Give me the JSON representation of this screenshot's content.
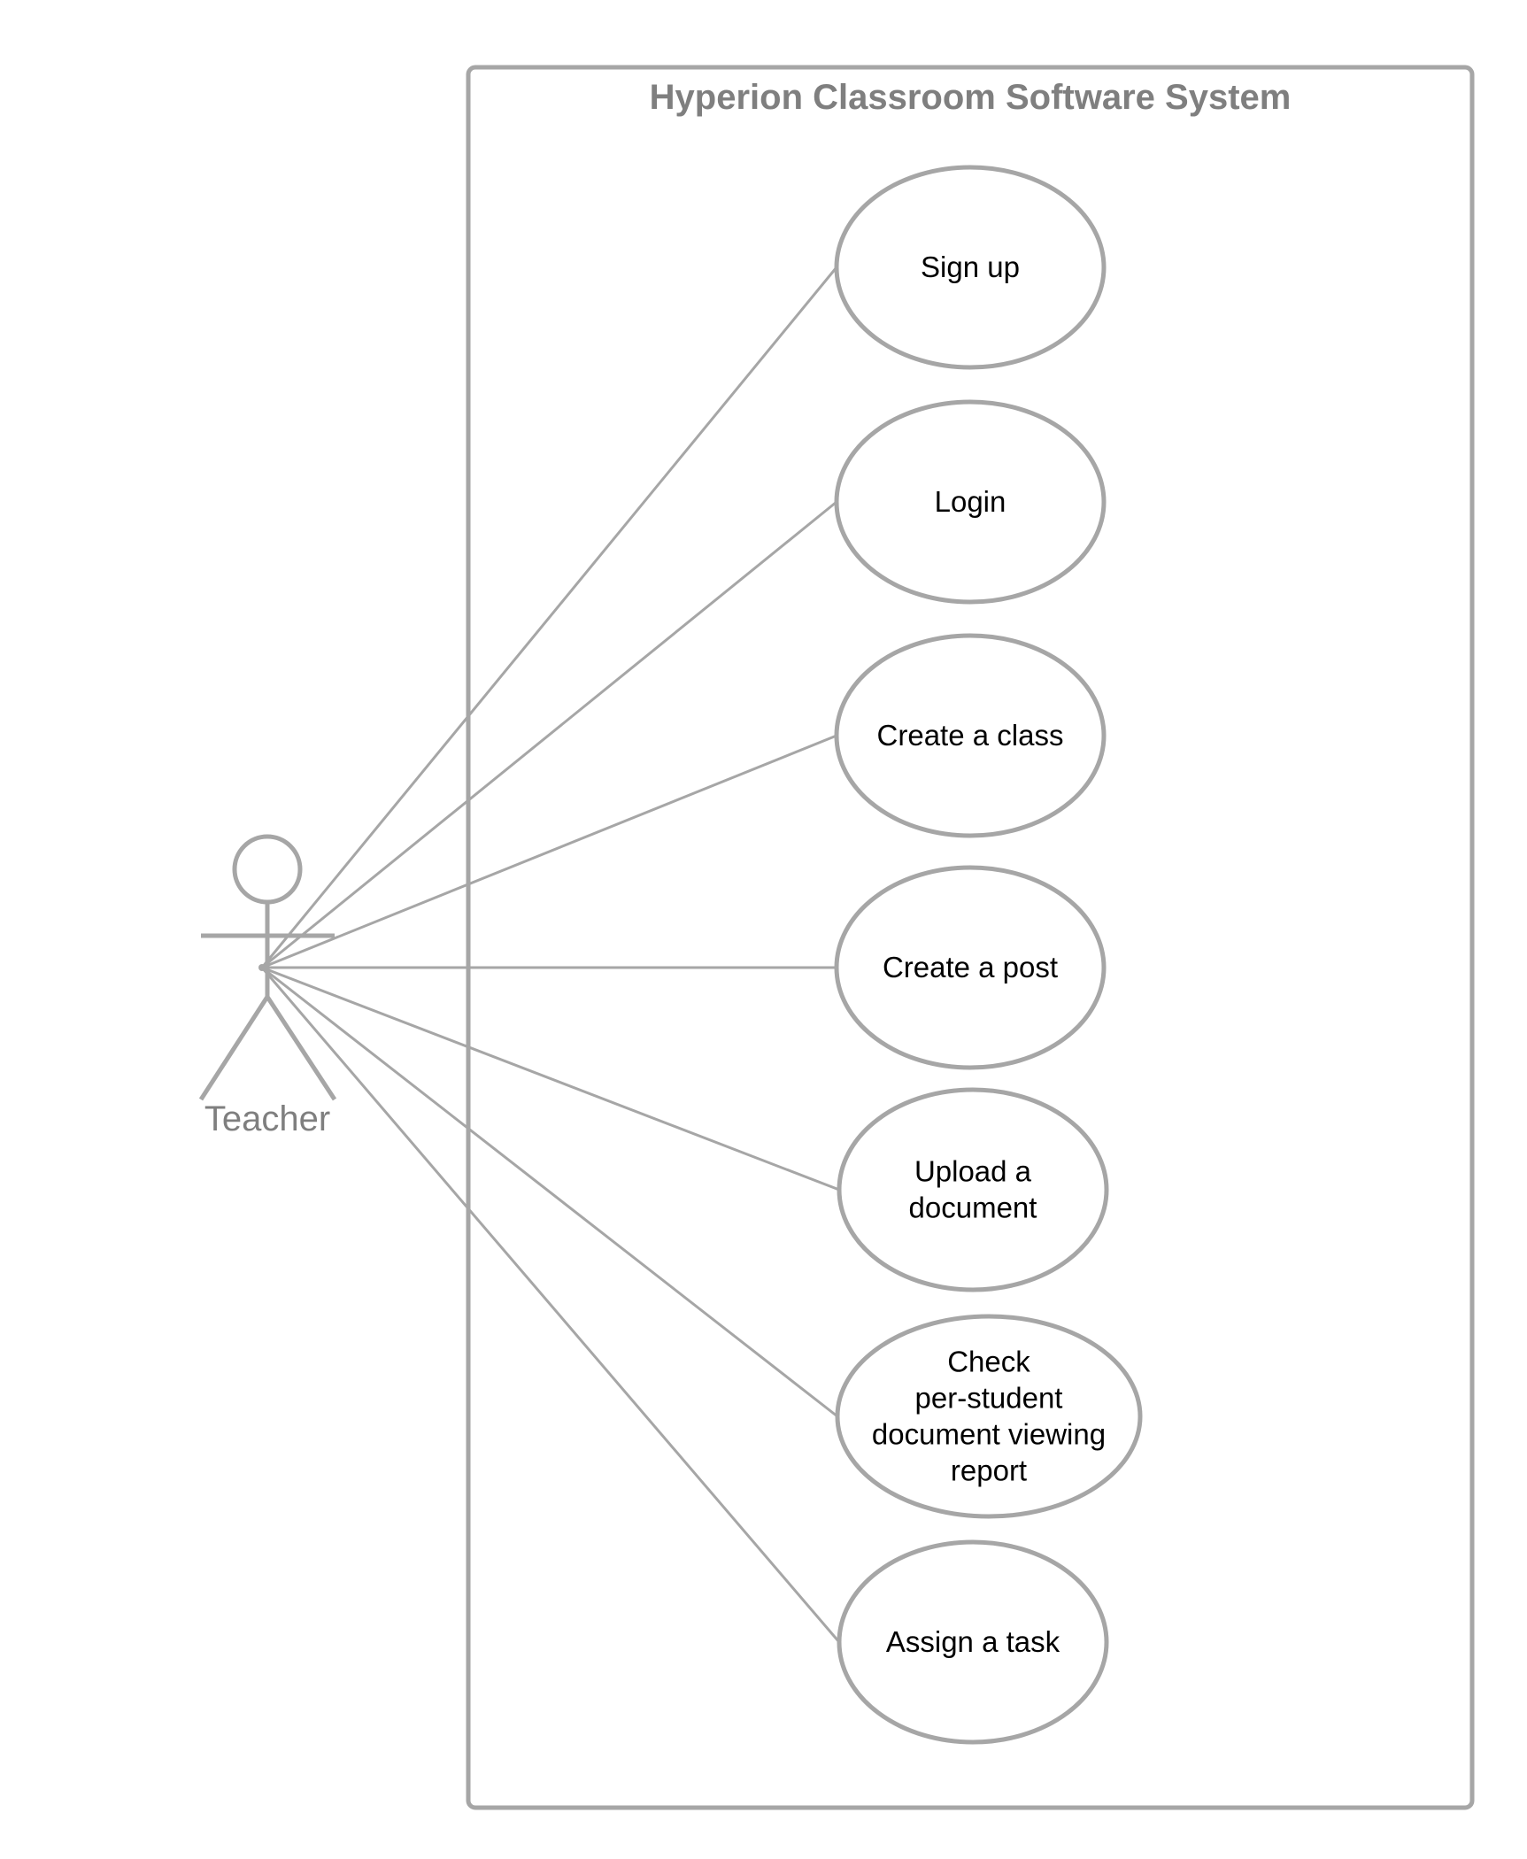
{
  "system": {
    "title": "Hyperion Classroom Software System"
  },
  "actor": {
    "label": "Teacher"
  },
  "use_cases": [
    {
      "id": "sign-up",
      "lines": [
        "Sign up"
      ]
    },
    {
      "id": "login",
      "lines": [
        "Login"
      ]
    },
    {
      "id": "create-class",
      "lines": [
        "Create a class"
      ]
    },
    {
      "id": "create-post",
      "lines": [
        "Create a post"
      ]
    },
    {
      "id": "upload-document",
      "lines": [
        "Upload a",
        "document"
      ]
    },
    {
      "id": "check-report",
      "lines": [
        "Check",
        "per-student",
        "document viewing",
        "report"
      ]
    },
    {
      "id": "assign-task",
      "lines": [
        "Assign a task"
      ]
    }
  ],
  "colors": {
    "stroke": "#a6a6a6",
    "title": "#7f7f7f",
    "actor_label": "#7f7f7f",
    "use_case_text": "#000000"
  }
}
